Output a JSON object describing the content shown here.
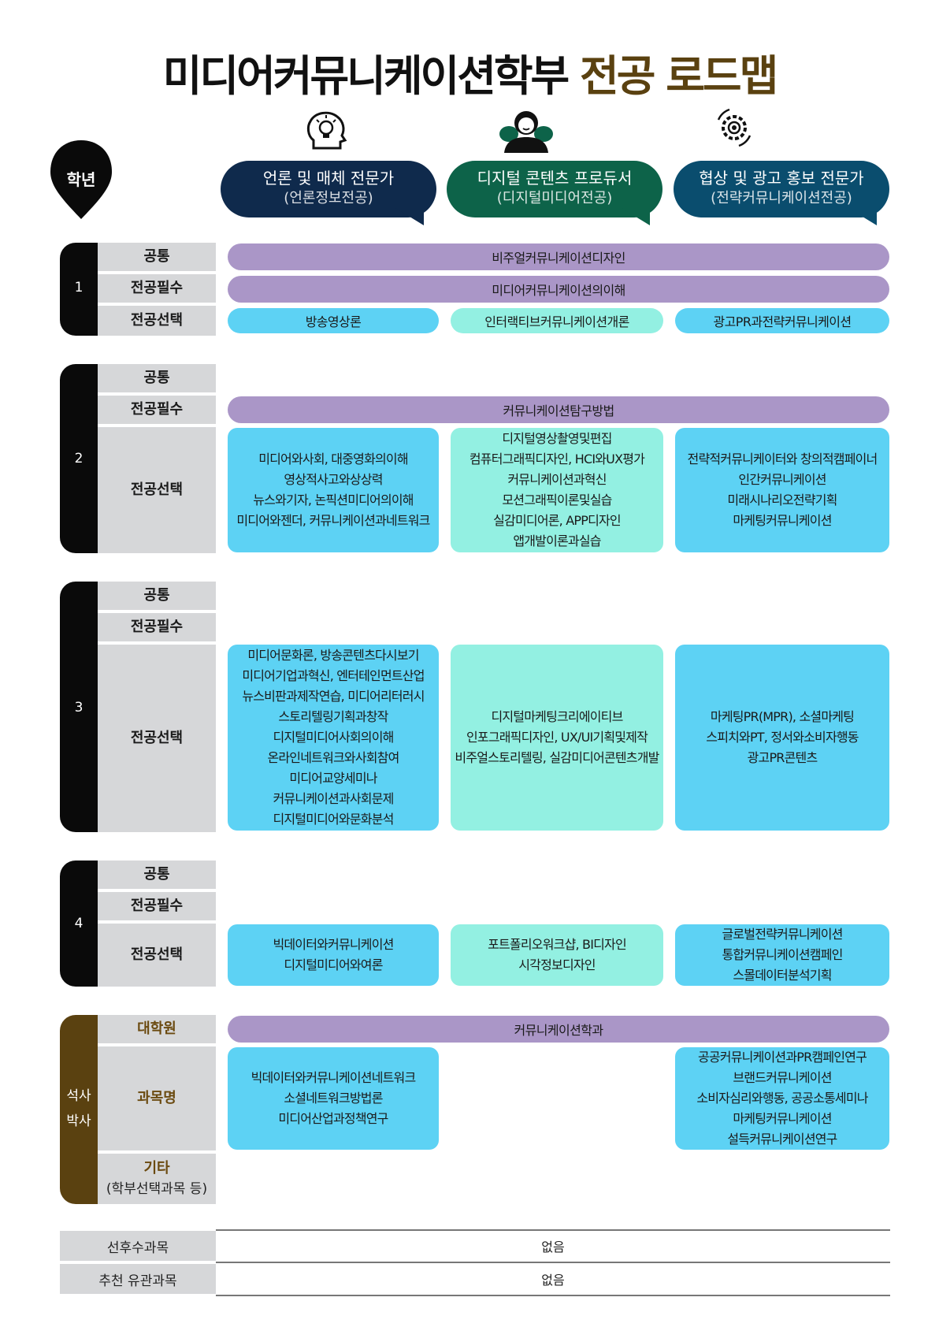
{
  "title": {
    "main": "미디어커뮤니케이션학부",
    "accent": "전공 로드맵"
  },
  "colors": {
    "navy": "#0f2a4c",
    "green": "#0d6349",
    "teal": "#0a4d6e",
    "purple": "#aa96c7",
    "blue": "#5dd2f4",
    "mint": "#93f0e2",
    "gold": "#5a4110"
  },
  "year_badge": "학년",
  "tracks": [
    {
      "name": "언론 및 매체 전문가",
      "sub": "(언론정보전공)",
      "icon": "lightbulb-head-icon"
    },
    {
      "name": "디지털 콘텐츠 프로듀서",
      "sub": "(디지털미디어전공)",
      "icon": "person-icon"
    },
    {
      "name": "협상 및 광고 홍보 전문가",
      "sub": "(전략커뮤니케이션전공)",
      "icon": "gear-eye-icon"
    }
  ],
  "years": [
    {
      "num": "1",
      "labels": [
        "공통",
        "전공필수",
        "전공선택"
      ],
      "common": "비주얼커뮤니케이션디자인",
      "required": "미디어커뮤니케이션의이해",
      "electives": [
        "방송영상론",
        "인터랙티브커뮤니케이션개론",
        "광고PR과전략커뮤니케이션"
      ]
    },
    {
      "num": "2",
      "labels": [
        "공통",
        "전공필수",
        "전공선택"
      ],
      "required": "커뮤니케이션탐구방법",
      "electives": [
        [
          "미디어와사회, 대중영화의이해",
          "영상적사고와상상력",
          "뉴스와기자, 논픽션미디어의이해",
          "미디어와젠더, 커뮤니케이션과네트워크"
        ],
        [
          "디지털영상촬영및편집",
          "컴퓨터그래픽디자인, HCI와UX평가",
          "커뮤니케이션과혁신",
          "모션그래픽이론및실습",
          "실감미디어론, APP디자인",
          "앱개발이론과실습"
        ],
        [
          "전략적커뮤니케이터와 창의적캠페이너",
          "인간커뮤니케이션",
          "미래시나리오전략기획",
          "마케팅커뮤니케이션"
        ]
      ]
    },
    {
      "num": "3",
      "labels": [
        "공통",
        "전공필수",
        "전공선택"
      ],
      "electives": [
        [
          "미디어문화론, 방송콘텐츠다시보기",
          "미디어기업과혁신, 엔터테인먼트산업",
          "뉴스비판과제작연습, 미디어리터러시",
          "스토리텔링기획과창작",
          "디지털미디어사회의이해",
          "온라인네트워크와사회참여",
          "미디어교양세미나",
          "커뮤니케이션과사회문제",
          "디지털미디어와문화분석"
        ],
        [
          "디지털마케팅크리에이티브",
          "인포그래픽디자인, UX/UI기획및제작",
          "비주얼스토리텔링, 실감미디어콘텐츠개발"
        ],
        [
          "마케팅PR(MPR), 소셜마케팅",
          "스피치와PT, 정서와소비자행동",
          "광고PR콘텐츠"
        ]
      ]
    },
    {
      "num": "4",
      "labels": [
        "공통",
        "전공필수",
        "전공선택"
      ],
      "electives": [
        [
          "빅데이터와커뮤니케이션",
          "디지털미디어와여론"
        ],
        [
          "포트폴리오워크샵, BI디자인",
          "시각정보디자인"
        ],
        [
          "글로벌전략커뮤니케이션",
          "통합커뮤니케이션캠페인",
          "스몰데이터분석기획"
        ]
      ]
    }
  ],
  "graduate": {
    "bar": [
      "석사",
      "박사"
    ],
    "labels": [
      "대학원",
      "과목명",
      "기타",
      "(학부선택과목 등)"
    ],
    "school": "커뮤니케이션학과",
    "courses": [
      [
        "빅데이터와커뮤니케이션네트워크",
        "소셜네트워크방법론",
        "미디어산업과정책연구"
      ],
      [
        "공공커뮤니케이션과PR캠페인연구",
        "브랜드커뮤니케이션",
        "소비자심리와행동, 공공소통세미나",
        "마케팅커뮤니케이션",
        "설득커뮤니케이션연구"
      ]
    ]
  },
  "footer": {
    "prereq_label": "선후수과목",
    "prereq_value": "없음",
    "related_label": "추천 유관과목",
    "related_value": "없음"
  }
}
